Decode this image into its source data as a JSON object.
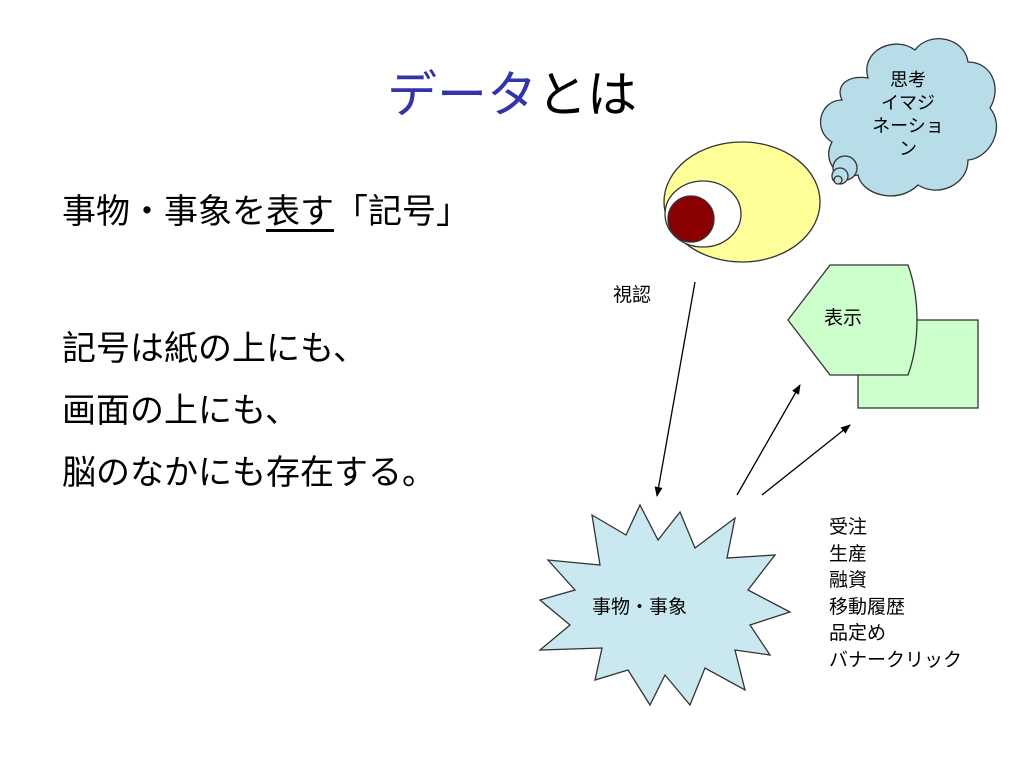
{
  "title": {
    "accent": "データ",
    "rest": "とは"
  },
  "body": {
    "line1_pre": "事物・事象を",
    "line1_underlined": "表す",
    "line1_post": "「記号」",
    "line2": "記号は紙の上にも、",
    "line3": "画面の上にも、",
    "line4": "脳のなかにも存在する。"
  },
  "diagram": {
    "thought_lines": [
      "思考",
      "イマジ",
      "ネーショ",
      "ン"
    ],
    "view_label": "視認",
    "display_label": "表示",
    "event_label": "事物・事象",
    "examples": [
      "受注",
      "生産",
      "融資",
      "移動履歴",
      "品定め",
      "バナークリック"
    ]
  },
  "colors": {
    "title_accent": "#3333aa",
    "cloud_fill": "#b7dde8",
    "eye_fill": "#ffff99",
    "pupil_fill": "#8b0000",
    "display_fill": "#ccffcc",
    "starburst_fill": "#c9e8f0"
  }
}
